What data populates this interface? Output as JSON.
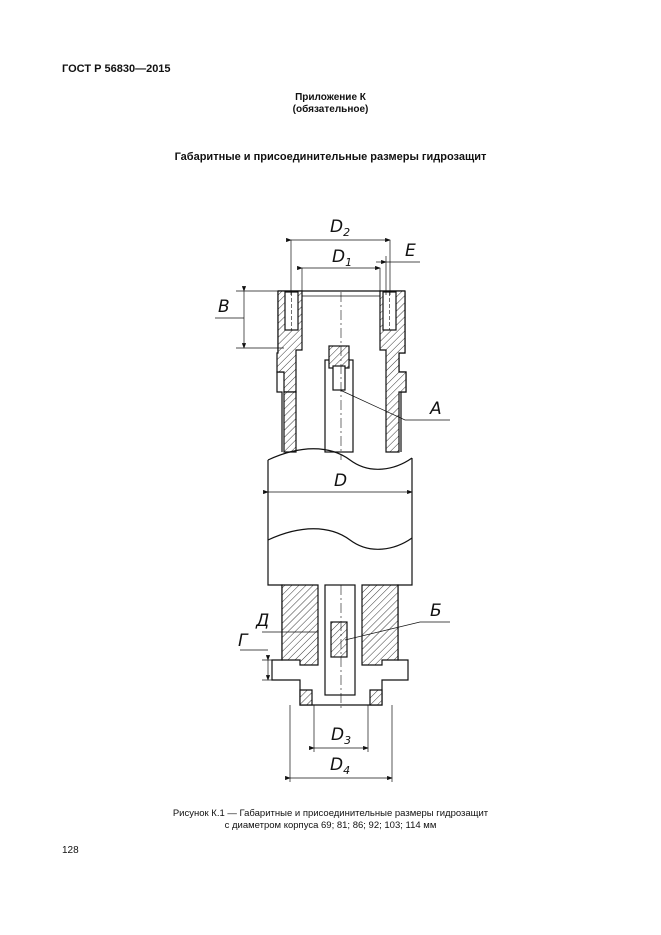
{
  "header": {
    "standard_code": "ГОСТ Р 56830—2015"
  },
  "annex": {
    "title": "Приложение К",
    "status": "(обязательное)"
  },
  "section": {
    "title": "Габаритные и присоединительные размеры гидрозащит"
  },
  "drawing": {
    "labels": {
      "D2": "D",
      "D2_sub": "2",
      "D1": "D",
      "D1_sub": "1",
      "E": "E",
      "B": "В",
      "A": "А",
      "D": "D",
      "Be": "Б",
      "De": "Д",
      "G": "Г",
      "D3": "D",
      "D3_sub": "3",
      "D4": "D",
      "D4_sub": "4"
    }
  },
  "caption": {
    "line1": "Рисунок К.1 — Габаритные и присоединительные размеры гидрозащит",
    "line2": "с диаметром корпуса 69; 81; 86; 92; 103; 114 мм"
  },
  "footer": {
    "page_number": "128"
  }
}
